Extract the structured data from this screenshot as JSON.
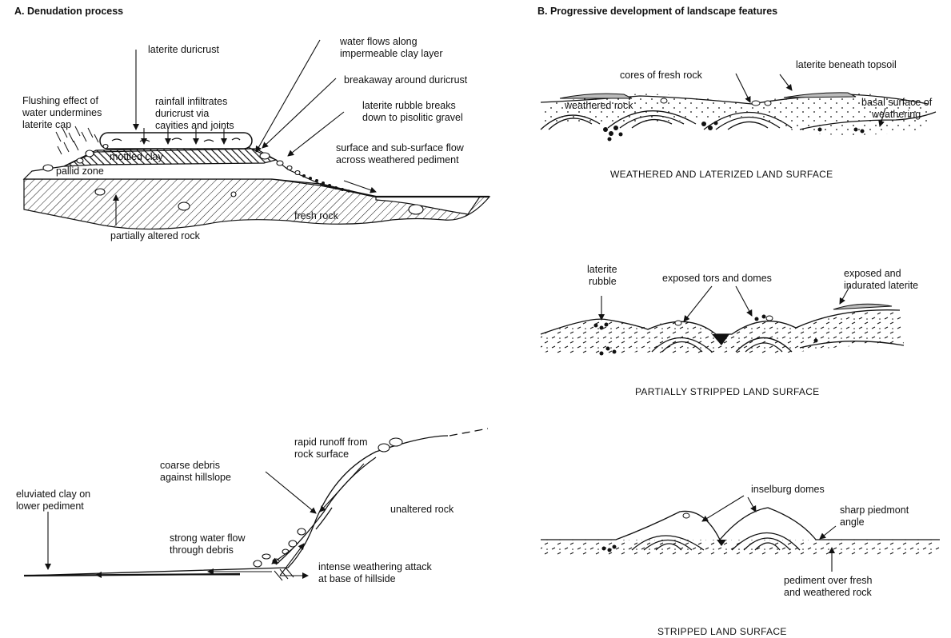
{
  "panel_a": {
    "title": "A. Denudation process",
    "top": {
      "flushing_1": "Flushing effect of",
      "flushing_2": "water undermines",
      "flushing_3": "laterite cap",
      "duricrust": "laterite duricrust",
      "rainfall_1": "rainfall infiltrates",
      "rainfall_2": "duricrust via",
      "rainfall_3": "cavities and joints",
      "water_1": "water flows along",
      "water_2": "impermeable clay layer",
      "breakaway": "breakaway around duricrust",
      "rubble_1": "laterite rubble breaks",
      "rubble_2": "down to pisolitic gravel",
      "mottled": "mottled clay",
      "pallid": "pallid zone",
      "surface_1": "surface and sub-surface flow",
      "surface_2": "across weathered pediment",
      "fresh": "fresh rock",
      "partial": "partially altered rock"
    },
    "bottom": {
      "rapid_1": "rapid runoff from",
      "rapid_2": "rock surface",
      "coarse_1": "coarse debris",
      "coarse_2": "against hillslope",
      "eluv_1": "eluviated clay on",
      "eluv_2": "lower pediment",
      "unaltered": "unaltered rock",
      "strong_1": "strong water flow",
      "strong_2": "through debris",
      "intense_1": "intense weathering attack",
      "intense_2": "at base of hillside"
    }
  },
  "panel_b": {
    "title": "B. Progressive development of  landscape features",
    "s1": {
      "cores": "cores of fresh rock",
      "laterite_top": "laterite beneath topsoil",
      "weathered": "weathered rock",
      "basal_1": "basal surface of",
      "basal_2": "weathering",
      "caption": "WEATHERED AND LATERIZED LAND SURFACE"
    },
    "s2": {
      "rubble_1": "laterite",
      "rubble_2": "rubble",
      "tors": "exposed tors and domes",
      "exposed_1": "exposed and",
      "exposed_2": "indurated laterite",
      "caption": "PARTIALLY STRIPPED LAND SURFACE"
    },
    "s3": {
      "inselburg": "inselburg domes",
      "sharp_1": "sharp piedmont",
      "sharp_2": "angle",
      "pediment_1": "pediment over fresh",
      "pediment_2": "and weathered rock",
      "caption": "STRIPPED LAND SURFACE"
    }
  }
}
